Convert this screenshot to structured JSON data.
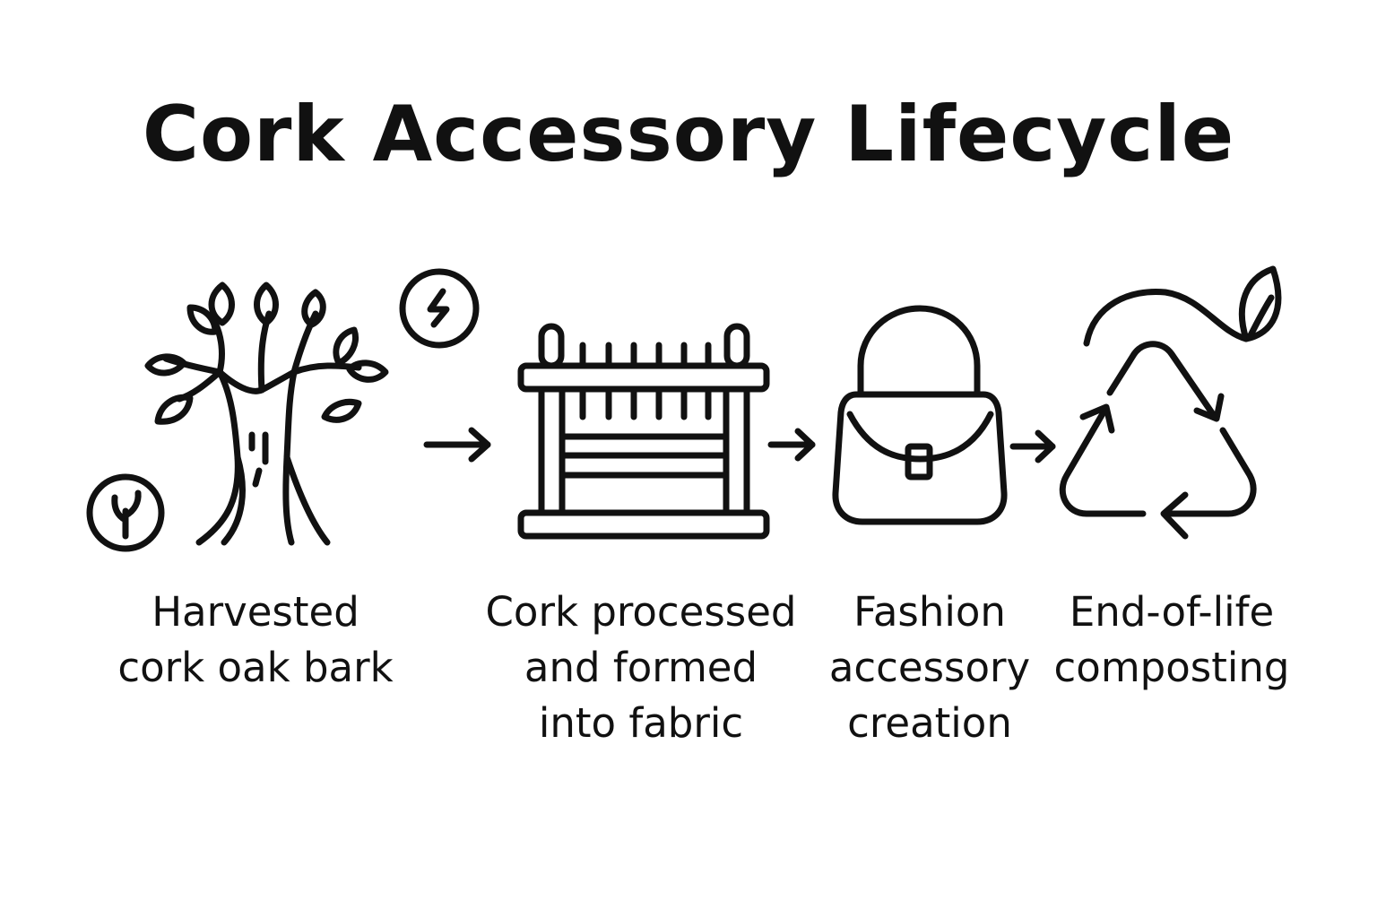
{
  "title": "Cork Accessory Lifecycle",
  "colors": {
    "ink": "#111111",
    "background": "#ffffff"
  },
  "steps": [
    {
      "icon": "cork-oak-tree-icon",
      "badge_icon": "sprout-badge-icon",
      "lines": [
        "Harvested",
        "cork oak bark"
      ]
    },
    {
      "icon": "loom-icon",
      "badge_icon": "energy-badge-icon",
      "lines": [
        "Cork processed",
        "and formed",
        "into fabric"
      ]
    },
    {
      "icon": "handbag-icon",
      "lines": [
        "Fashion",
        "accessory",
        "creation"
      ]
    },
    {
      "icon": "recycle-leaf-icon",
      "lines": [
        "End-of-life",
        "composting"
      ]
    }
  ]
}
